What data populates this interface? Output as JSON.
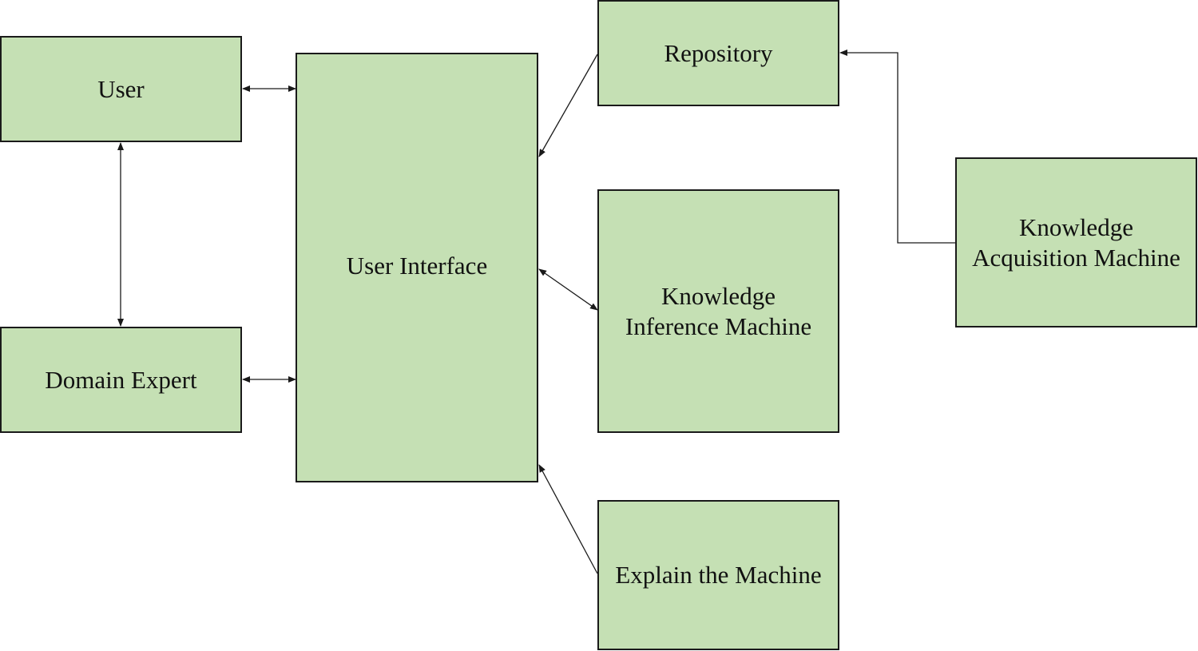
{
  "diagram": {
    "nodes": {
      "user": "User",
      "domain_expert": "Domain Expert",
      "user_interface": "User Interface",
      "repository": "Repository",
      "knowledge_inference_machine": "Knowledge\nInference Machine",
      "explain_the_machine": "Explain the Machine",
      "knowledge_acquisition_machine": "Knowledge\nAcquisition Machine"
    },
    "edges": [
      {
        "from": "User",
        "to": "User Interface",
        "direction": "bidirectional"
      },
      {
        "from": "Domain Expert",
        "to": "User Interface",
        "direction": "bidirectional"
      },
      {
        "from": "User",
        "to": "Domain Expert",
        "direction": "bidirectional"
      },
      {
        "from": "Repository",
        "to": "User Interface",
        "direction": "to"
      },
      {
        "from": "User Interface",
        "to": "Knowledge Inference Machine",
        "direction": "bidirectional"
      },
      {
        "from": "Explain the Machine",
        "to": "User Interface",
        "direction": "to"
      },
      {
        "from": "Knowledge Acquisition Machine",
        "to": "Repository",
        "direction": "to"
      }
    ],
    "colors": {
      "node_fill": "#c5e0b4",
      "node_border": "#1a1a1a",
      "text": "#111111",
      "background": "#ffffff"
    }
  }
}
